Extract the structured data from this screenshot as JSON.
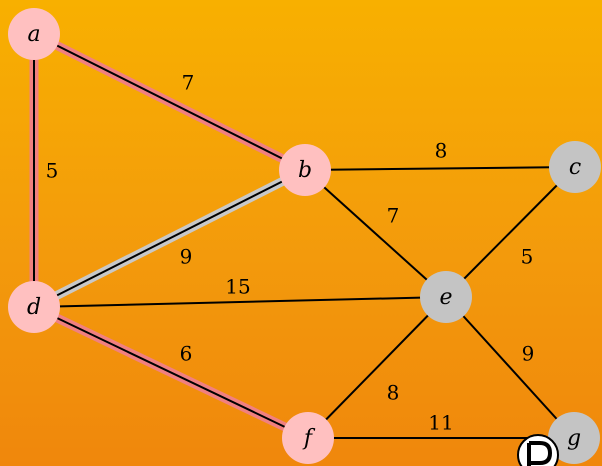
{
  "colors": {
    "visited_node": "#ffc0c0",
    "unvisited_node": "#c4c4c4",
    "edge": "#000000",
    "tree_edge_highlight": "#f08080",
    "candidate_edge_highlight": "#c8c8c8"
  },
  "nodes": [
    {
      "id": "a",
      "label": "a",
      "state": "visited"
    },
    {
      "id": "b",
      "label": "b",
      "state": "visited"
    },
    {
      "id": "c",
      "label": "c",
      "state": "unvisited"
    },
    {
      "id": "d",
      "label": "d",
      "state": "visited"
    },
    {
      "id": "e",
      "label": "e",
      "state": "unvisited"
    },
    {
      "id": "f",
      "label": "f",
      "state": "visited"
    },
    {
      "id": "g",
      "label": "g",
      "state": "unvisited"
    }
  ],
  "edges": [
    {
      "from": "a",
      "to": "b",
      "weight": "7",
      "highlight": "tree"
    },
    {
      "from": "a",
      "to": "d",
      "weight": "5",
      "highlight": "tree"
    },
    {
      "from": "b",
      "to": "d",
      "weight": "9",
      "highlight": "candidate"
    },
    {
      "from": "b",
      "to": "c",
      "weight": "8",
      "highlight": "none"
    },
    {
      "from": "b",
      "to": "e",
      "weight": "7",
      "highlight": "none"
    },
    {
      "from": "c",
      "to": "e",
      "weight": "5",
      "highlight": "none"
    },
    {
      "from": "d",
      "to": "e",
      "weight": "15",
      "highlight": "none"
    },
    {
      "from": "d",
      "to": "f",
      "weight": "6",
      "highlight": "tree"
    },
    {
      "from": "e",
      "to": "f",
      "weight": "8",
      "highlight": "none"
    },
    {
      "from": "e",
      "to": "g",
      "weight": "9",
      "highlight": "none"
    },
    {
      "from": "f",
      "to": "g",
      "weight": "11",
      "highlight": "none"
    }
  ],
  "logo": {
    "icon": "player-logo-icon"
  }
}
